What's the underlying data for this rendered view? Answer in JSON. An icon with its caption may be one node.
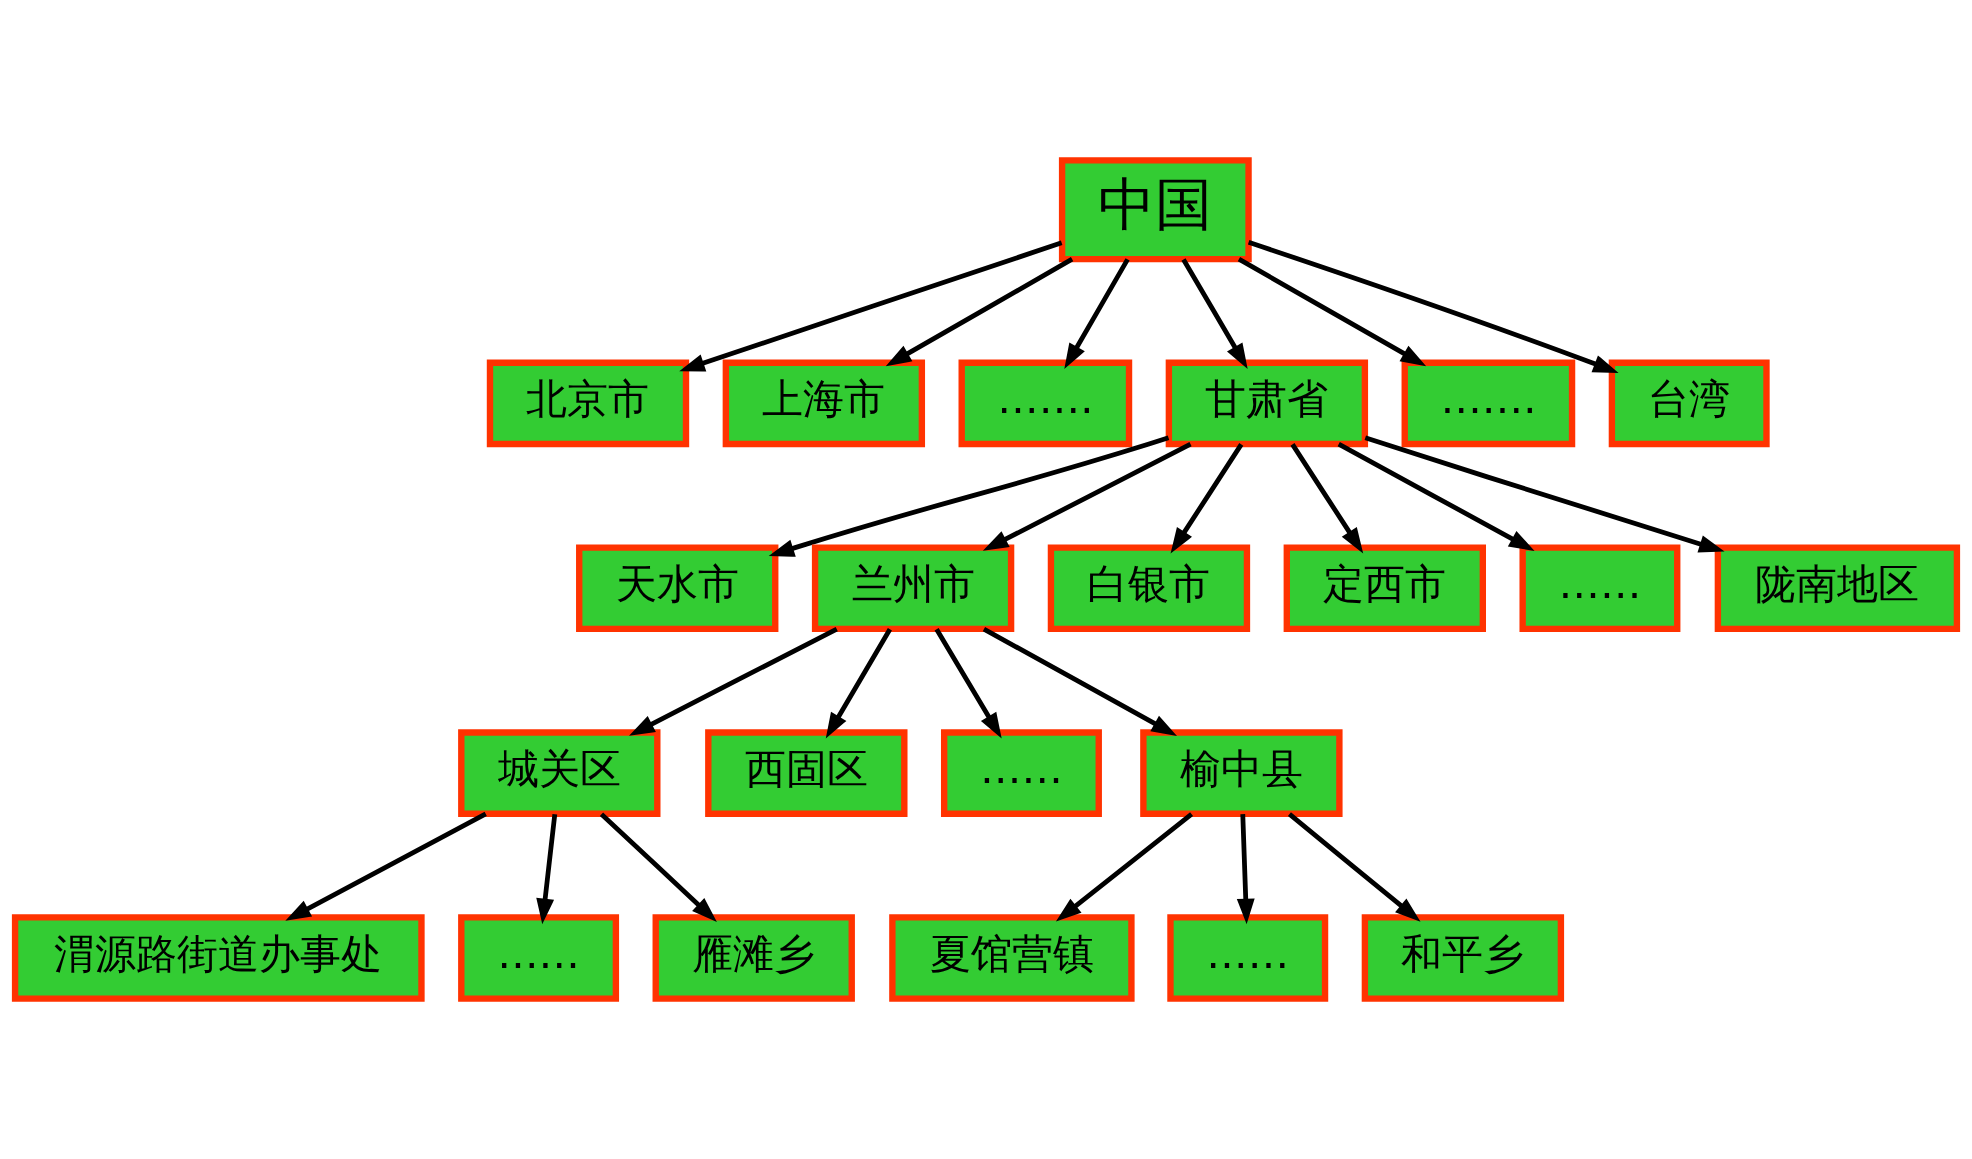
{
  "diagram": {
    "nodes": [
      {
        "text": [
          "中国"
        ]
      },
      {
        "text": [
          "北京市"
        ]
      },
      {
        "text": [
          "上海市"
        ]
      },
      {
        "text": [
          "……."
        ]
      },
      {
        "text": [
          "甘肃省"
        ]
      },
      {
        "text": [
          "……."
        ]
      },
      {
        "text": [
          "台湾"
        ]
      },
      {
        "text": [
          "天水市"
        ]
      },
      {
        "text": [
          "兰州市"
        ]
      },
      {
        "text": [
          "白银市"
        ]
      },
      {
        "text": [
          "定西市"
        ]
      },
      {
        "text": [
          "……"
        ]
      },
      {
        "text": [
          "陇南地区"
        ]
      },
      {
        "text": [
          "城关区"
        ]
      },
      {
        "text": [
          "西固区"
        ]
      },
      {
        "text": [
          "……"
        ]
      },
      {
        "text": [
          "榆中县"
        ]
      },
      {
        "text": [
          "渭源路街道办事处"
        ]
      },
      {
        "text": [
          "……"
        ]
      },
      {
        "text": [
          "雁滩乡"
        ]
      },
      {
        "text": [
          "夏馆营镇"
        ]
      },
      {
        "text": [
          "……"
        ]
      },
      {
        "text": [
          "和平乡"
        ]
      }
    ],
    "edges": [
      {
        "from": 0,
        "to": 1,
        "arrow": "to"
      },
      {
        "from": 0,
        "to": 2,
        "arrow": "to"
      },
      {
        "from": 0,
        "to": 3,
        "arrow": "to"
      },
      {
        "from": 0,
        "to": 4,
        "arrow": "to"
      },
      {
        "from": 0,
        "to": 5,
        "arrow": "to"
      },
      {
        "from": 0,
        "to": 6,
        "arrow": "to"
      },
      {
        "from": 4,
        "to": 7,
        "arrow": "to"
      },
      {
        "from": 4,
        "to": 8,
        "arrow": "to"
      },
      {
        "from": 4,
        "to": 9,
        "arrow": "to"
      },
      {
        "from": 4,
        "to": 10,
        "arrow": "to"
      },
      {
        "from": 4,
        "to": 11,
        "arrow": "to"
      },
      {
        "from": 4,
        "to": 12,
        "arrow": "to"
      },
      {
        "from": 8,
        "to": 13,
        "arrow": "to"
      },
      {
        "from": 8,
        "to": 14,
        "arrow": "to"
      },
      {
        "from": 8,
        "to": 15,
        "arrow": "to"
      },
      {
        "from": 8,
        "to": 16,
        "arrow": "to"
      },
      {
        "from": 13,
        "to": 17,
        "arrow": "to"
      },
      {
        "from": 13,
        "to": 18,
        "arrow": "to"
      },
      {
        "from": 13,
        "to": 19,
        "arrow": "to"
      },
      {
        "from": 16,
        "to": 20,
        "arrow": "to"
      },
      {
        "from": 16,
        "to": 21,
        "arrow": "to"
      },
      {
        "from": 16,
        "to": 22,
        "arrow": "to"
      }
    ]
  }
}
